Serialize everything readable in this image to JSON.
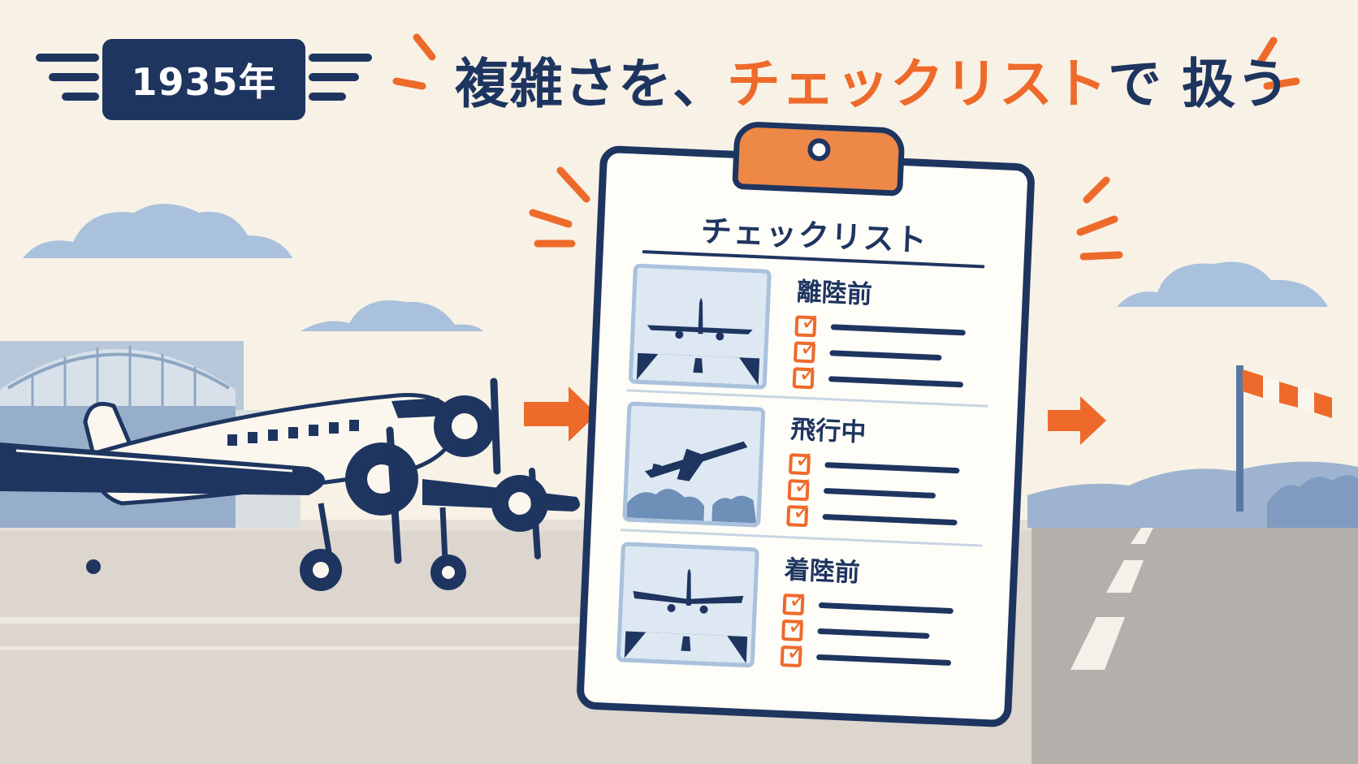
{
  "badge": {
    "year": "1935年"
  },
  "headline": {
    "part_a": "複雑さを、",
    "part_b": "チェックリスト",
    "part_c": "で 扱う"
  },
  "checklist": {
    "title": "チェックリスト",
    "sections": [
      {
        "label": "離陸前",
        "image_icon": "takeoff-runway-icon",
        "checked": [
          true,
          true,
          true
        ]
      },
      {
        "label": "飛行中",
        "image_icon": "cruise-clouds-icon",
        "checked": [
          true,
          true,
          true
        ]
      },
      {
        "label": "着陸前",
        "image_icon": "landing-runway-icon",
        "checked": [
          true,
          true,
          true
        ]
      }
    ]
  },
  "icons": {
    "plane": "vintage-airliner-icon",
    "hangar": "hangar-icon",
    "windsock": "windsock-icon",
    "arrow": "arrow-right-icon"
  },
  "colors": {
    "navy": "#1e3560",
    "orange": "#ee6a2b",
    "cream": "#f8f2e6",
    "sky_blue": "#a9c1dc",
    "tarmac": "#dcd6cf"
  }
}
